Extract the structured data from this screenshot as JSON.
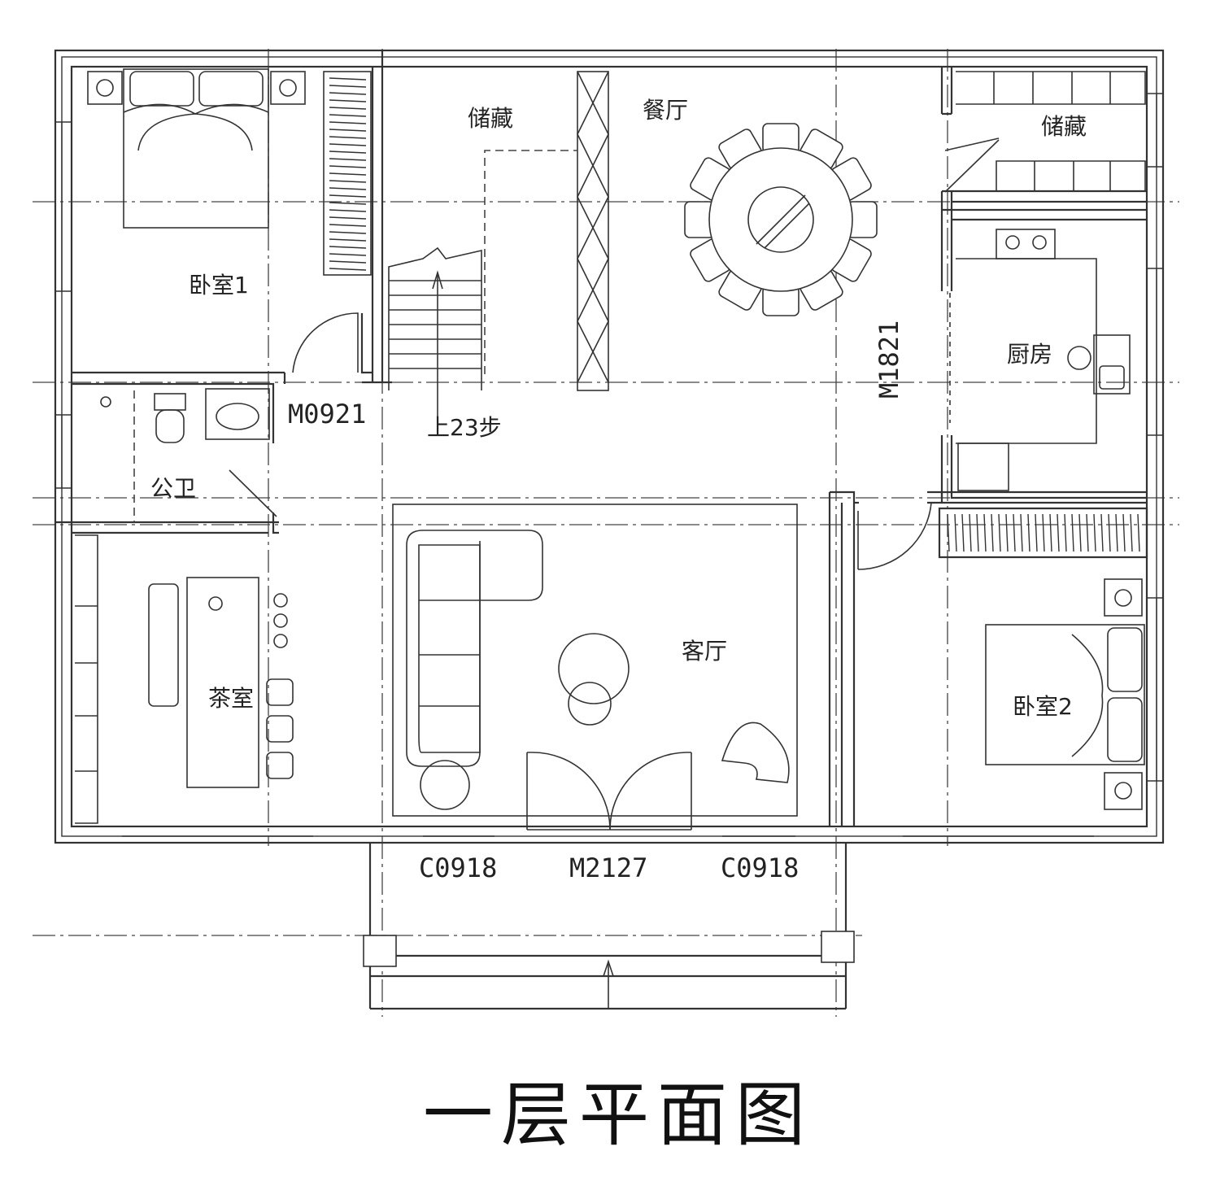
{
  "title": "一层平面图",
  "rooms": {
    "bedroom1": "卧室1",
    "storage1": "储藏",
    "dining": "餐厅",
    "storage2": "储藏",
    "kitchen": "厨房",
    "bathroom": "公卫",
    "tea_room": "茶室",
    "living": "客厅",
    "bedroom2": "卧室2"
  },
  "labels": {
    "stairs": "上23步",
    "door_m0921": "M0921",
    "door_m1821": "M1821",
    "window_left": "C0918",
    "door_m2127": "M2127",
    "window_right": "C0918"
  }
}
